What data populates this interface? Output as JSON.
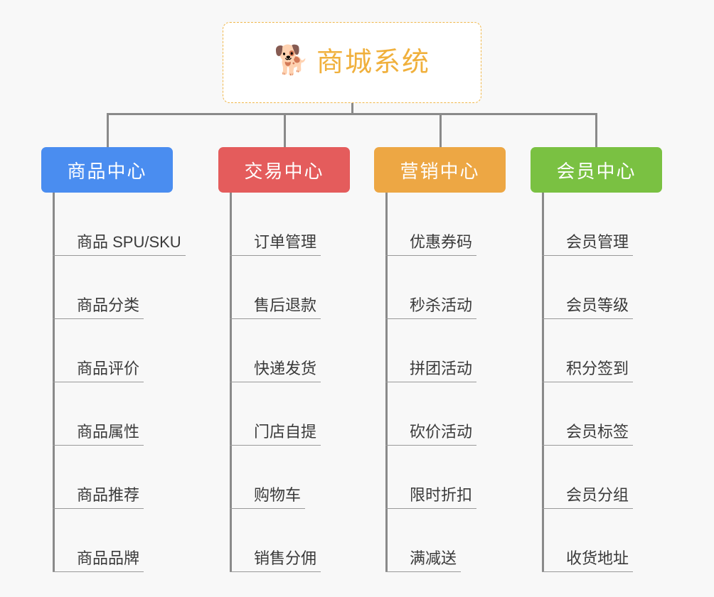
{
  "diagram": {
    "type": "org-chart",
    "background_color": "#f8f8f8",
    "connector_color": "#8a8a8a",
    "root": {
      "icon": "shiba-dog-face-emoji",
      "icon_glyph": "🐕",
      "title": "商城系统",
      "title_color": "#f0b03c",
      "border_color": "#f0b74a",
      "border_style": "dashed",
      "background_color": "#ffffff"
    },
    "columns": [
      {
        "id": "product-center",
        "header": "商品中心",
        "color": "#4a8df0",
        "items": [
          "商品 SPU/SKU",
          "商品分类",
          "商品评价",
          "商品属性",
          "商品推荐",
          "商品品牌"
        ]
      },
      {
        "id": "trade-center",
        "header": "交易中心",
        "color": "#e45c5c",
        "items": [
          "订单管理",
          "售后退款",
          "快递发货",
          "门店自提",
          "购物车",
          "销售分佣"
        ]
      },
      {
        "id": "marketing-center",
        "header": "营销中心",
        "color": "#eda744",
        "items": [
          "优惠券码",
          "秒杀活动",
          "拼团活动",
          "砍价活动",
          "限时折扣",
          "满减送"
        ]
      },
      {
        "id": "member-center",
        "header": "会员中心",
        "color": "#7ac142",
        "items": [
          "会员管理",
          "会员等级",
          "积分签到",
          "会员标签",
          "会员分组",
          "收货地址"
        ]
      }
    ]
  }
}
